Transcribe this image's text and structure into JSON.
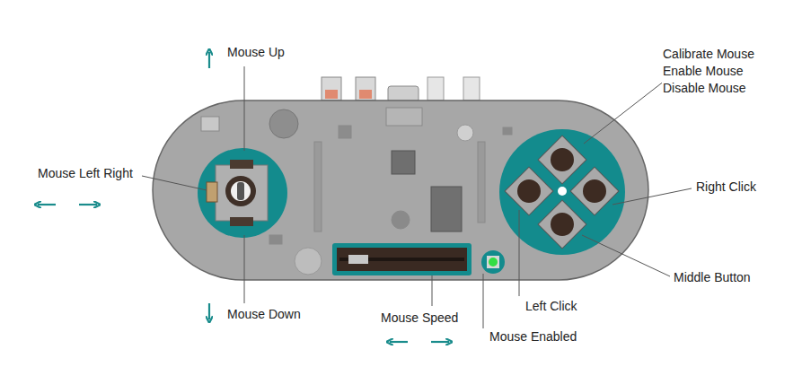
{
  "diagram": {
    "labels": [
      "Mouse Up",
      "Calibrate Mouse",
      "Enable Mouse",
      "Disable Mouse",
      "Mouse Left Right",
      "Right Click",
      "Middle Button",
      "Mouse Down",
      "Left Click",
      "Mouse Speed",
      "Mouse Enabled"
    ]
  }
}
